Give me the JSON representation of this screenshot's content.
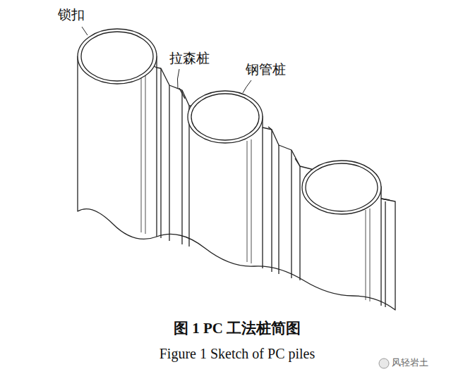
{
  "diagram": {
    "caption": "图 1 PC 工法桩简图",
    "labels": [
      "锁扣",
      "拉森桩",
      "钢管桩",
      "Figure 1 Sketch of PC piles",
      "风轻岩土"
    ]
  }
}
